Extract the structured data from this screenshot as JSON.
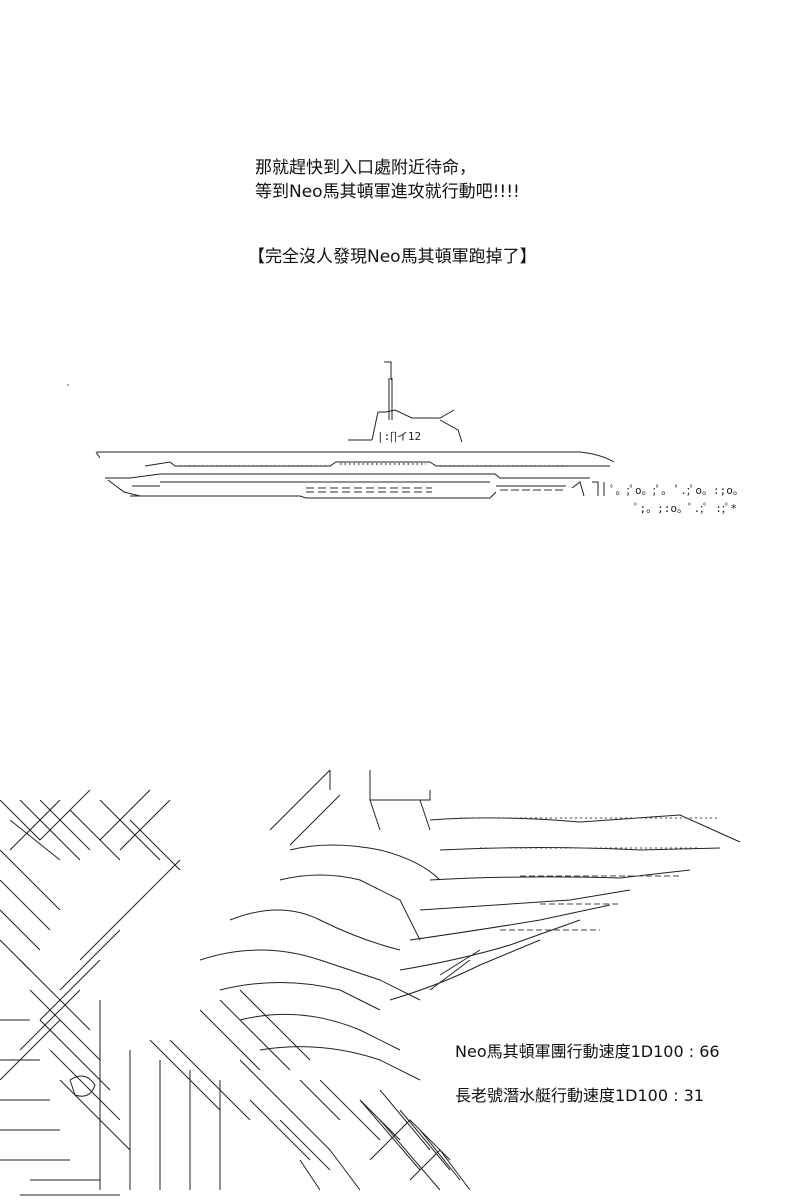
{
  "dialogue": {
    "line1": "那就趕快到入口處附近待命，",
    "line2": "等到Neo馬其頓軍進攻就行動吧!!!!"
  },
  "narration": "【完全沒人發現Neo馬其頓軍跑掉了】",
  "submarine": {
    "hull_label": "|:∏イ12",
    "bubbles_a": "ﾟ。;ﾟo。;ﾟ。 ﾟ.;ﾟo。:;o。",
    "bubbles_b": "ﾟ;。;:o。ﾟ.;ﾟ :;ﾟ*"
  },
  "speeds": {
    "neo": "Neo馬其頓軍團行動速度1D100 : 66",
    "elder": "長老號潛水艇行動速度1D100 : 31"
  }
}
